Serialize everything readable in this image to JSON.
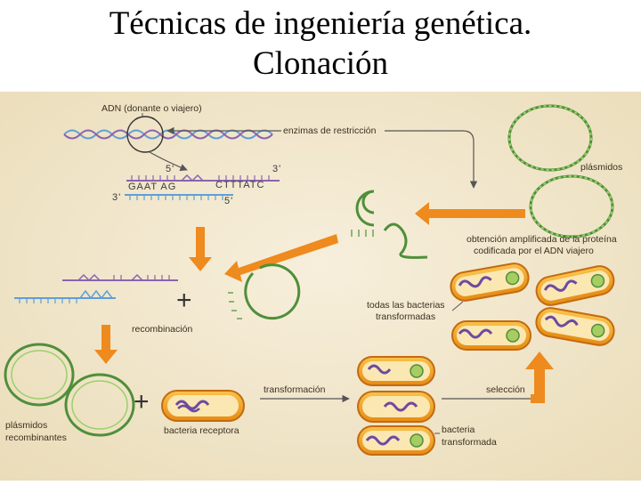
{
  "title": {
    "line1": "Técnicas de ingeniería genética.",
    "line2": "Clonación"
  },
  "figure": {
    "labels": {
      "adn": "ADN (donante o viajero)",
      "enzimas": "enzimas de restricción",
      "plasmidos": "plásmidos",
      "obtencion_l1": "obtención amplificada de la proteína",
      "obtencion_l2": "codificada por el ADN viajero",
      "todas_l1": "todas las bacterias",
      "todas_l2": "transformadas",
      "recombinacion": "recombinación",
      "transformacion": "transformación",
      "seleccion": "selección",
      "plasmidos_rec_l1": "plásmidos",
      "plasmidos_rec_l2": "recombinantes",
      "bacteria_receptora": "bacteria receptora",
      "bacteria_transformada_l1": "bacteria",
      "bacteria_transformada_l2": "transformada"
    },
    "sequence": {
      "five_prime_top": "5'",
      "three_prime_top": "3'",
      "left_strand": "GAAT AG",
      "right_strand": "CTTTATC",
      "three_prime_bottom": "3'",
      "five_prime_bottom": "5'"
    },
    "symbols": {
      "plus1": "+",
      "plus2": "+"
    },
    "colors": {
      "background": "#f1e7cf",
      "arrow": "#ee8a1e",
      "dna_blue": "#5f9fd6",
      "dna_purple": "#8a63b0",
      "plasmid_green": "#4f8f3a",
      "bacterium_fill": "#f3a61c",
      "bacterium_edge": "#c46a10",
      "chromosome": "#6c4aa0",
      "plasmid_in_cell": "#7fb43a"
    }
  }
}
